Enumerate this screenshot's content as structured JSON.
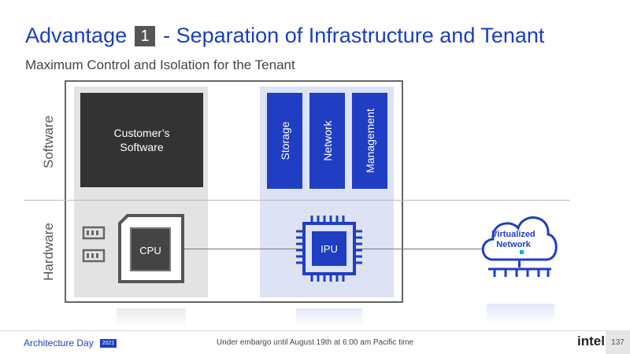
{
  "slide": {
    "title_pre": "Advantage",
    "title_number": "1",
    "title_post": "- Separation of Infrastructure and Tenant",
    "subtitle": "Maximum Control and Isolation for the Tenant"
  },
  "rows": {
    "software": "Software",
    "hardware": "Hardware"
  },
  "tenant": {
    "software_line1": "Customer’s",
    "software_line2": "Software",
    "chip_label": "CPU"
  },
  "infrastructure": {
    "services": [
      "Storage",
      "Network",
      "Management"
    ],
    "chip_label": "IPU"
  },
  "cloud": {
    "line1": "Virtualized",
    "line2": "Network"
  },
  "footer": {
    "event": "Architecture Day",
    "year": "2021",
    "embargo": "Under embargo until August 19th at 6:00 am Pacific time",
    "brand": "intel.",
    "page": "137"
  },
  "colors": {
    "accent_blue": "#1f3ec4",
    "dark_box": "#333333",
    "grey_panel": "#e3e3e3",
    "blue_panel": "#dde2f4"
  }
}
